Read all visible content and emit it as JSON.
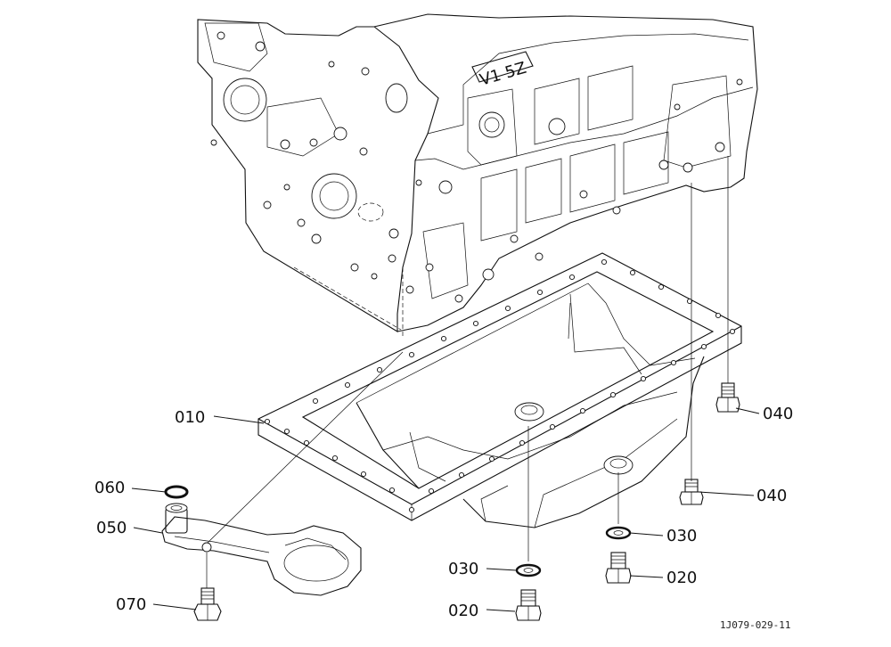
{
  "diagram": {
    "block_marking": "V1 5Z",
    "drawing_ref": "1J079-029-11",
    "callouts": {
      "gasket_pan": "010",
      "o_ring": "060",
      "oil_strainer": "050",
      "strainer_bolt": "070",
      "pan_bolt_upper": "040",
      "pan_bolt_lower": "040",
      "washer_right": "030",
      "plug_right": "020",
      "washer_center": "030",
      "plug_center": "020"
    }
  }
}
